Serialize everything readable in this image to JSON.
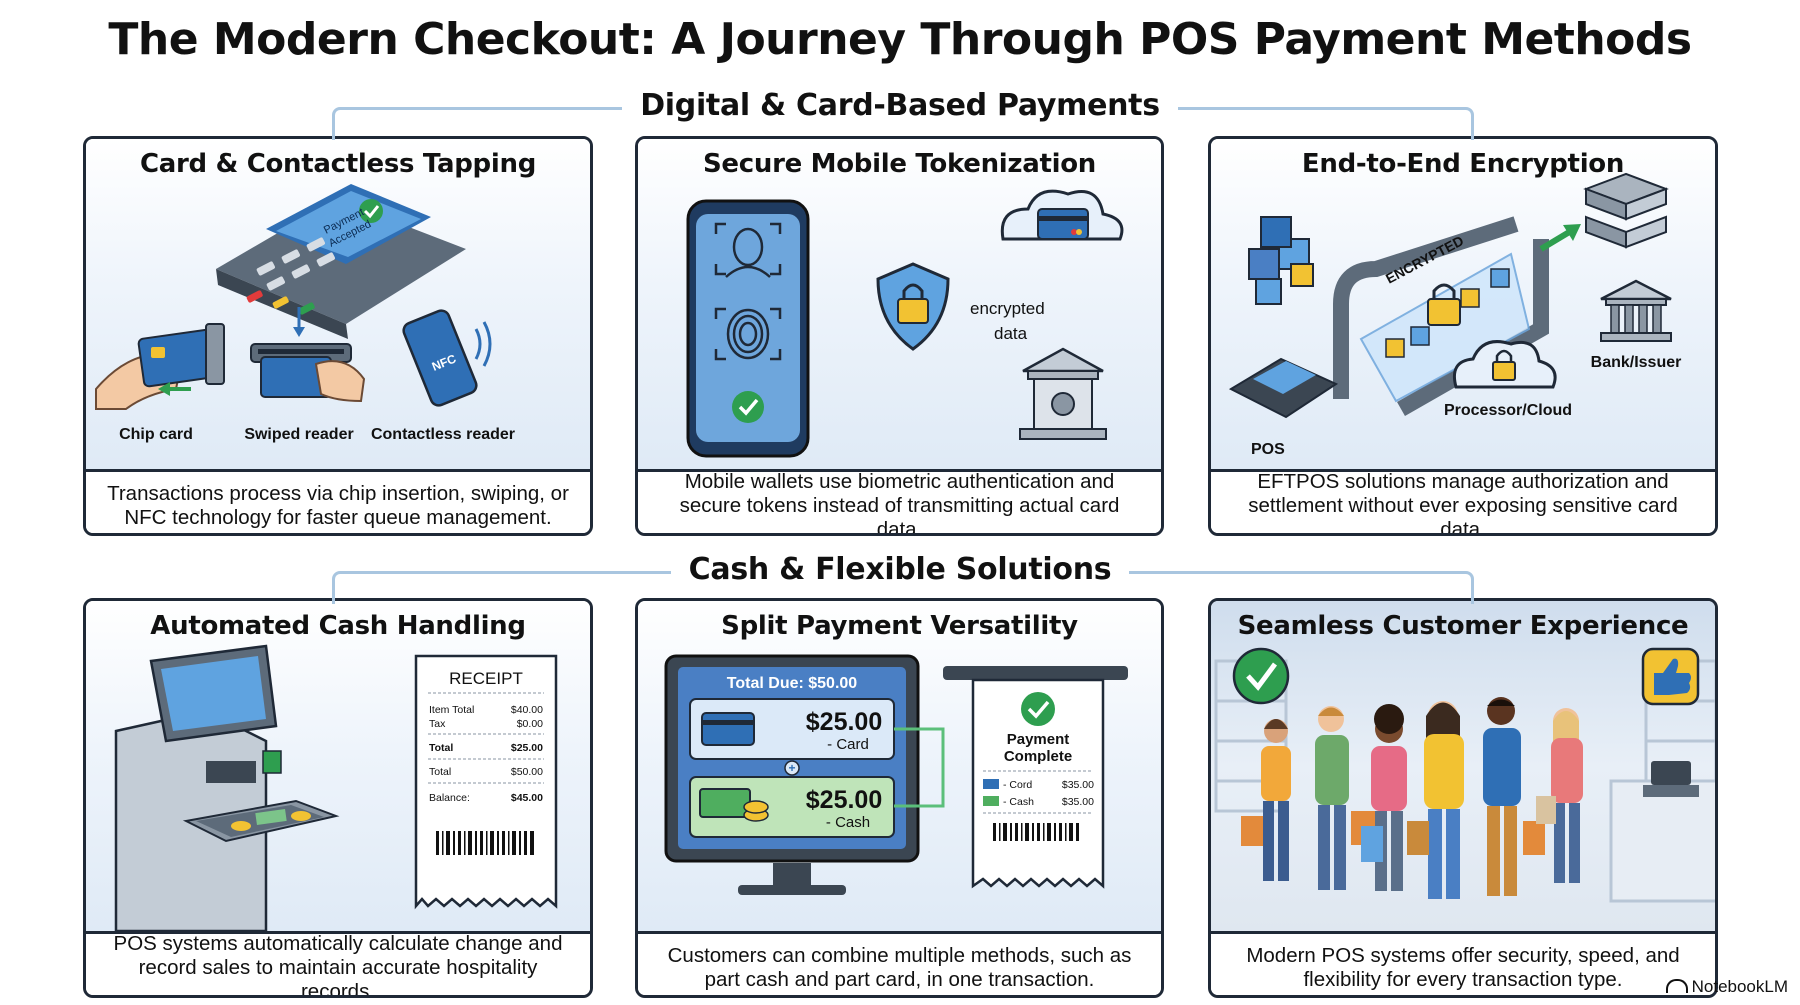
{
  "title": "The Modern Checkout: A Journey Through POS Payment Methods",
  "sections": [
    {
      "label": "Digital & Card-Based Payments"
    },
    {
      "label": "Cash & Flexible Solutions"
    }
  ],
  "cards": [
    {
      "title": "Card & Contactless Tapping",
      "caption": "Transactions process via chip insertion, swiping, or NFC technology for faster queue management.",
      "labels": {
        "chip": "Chip card",
        "swiped": "Swiped reader",
        "contactless": "Contactless reader",
        "screen1": "Payment",
        "screen2": "Accepted",
        "nfc": "NFC"
      }
    },
    {
      "title": "Secure Mobile Tokenization",
      "caption": "Mobile wallets use biometric authentication and secure tokens instead of transmitting actual card data.",
      "labels": {
        "encrypted1": "encrypted",
        "encrypted2": "data"
      }
    },
    {
      "title": "End-to-End Encryption",
      "caption": "EFTPOS solutions manage authorization and settlement without ever exposing sensitive card data.",
      "labels": {
        "encrypted": "ENCRYPTED",
        "pos": "POS",
        "processor": "Processor/Cloud",
        "bank": "Bank/Issuer"
      }
    },
    {
      "title": "Automated Cash Handling",
      "caption": "POS systems automatically calculate change and record sales to maintain accurate hospitality records.",
      "receipt": {
        "heading": "RECEIPT",
        "rows": [
          {
            "label": "Item Total",
            "value": "$40.00"
          },
          {
            "label": "Tax",
            "value": "$0.00"
          },
          {
            "label": "Total",
            "value": "$25.00"
          },
          {
            "label": "Total",
            "value": "$50.00"
          },
          {
            "label": "Balance:",
            "value": "$45.00"
          }
        ]
      }
    },
    {
      "title": "Split Payment Versatility",
      "caption": "Customers can combine multiple methods, such as part cash and part card, in one transaction.",
      "screen": {
        "total": "Total Due: $50.00",
        "card_amount": "$25.00",
        "card_label": "- Card",
        "cash_amount": "$25.00",
        "cash_label": "- Cash"
      },
      "receipt": {
        "heading1": "Payment",
        "heading2": "Complete",
        "rows": [
          {
            "label": "- Cord",
            "value": "$35.00"
          },
          {
            "label": "- Cash",
            "value": "$35.00"
          }
        ]
      }
    },
    {
      "title": "Seamless Customer Experience",
      "caption": "Modern POS systems offer security, speed, and flexibility for every transaction type."
    }
  ],
  "brand": "NotebookLM",
  "colors": {
    "frame": "#1f2937",
    "accent_blue": "#2f6fb5",
    "light_blue": "#a9c6e0",
    "green": "#2e9e4f"
  }
}
